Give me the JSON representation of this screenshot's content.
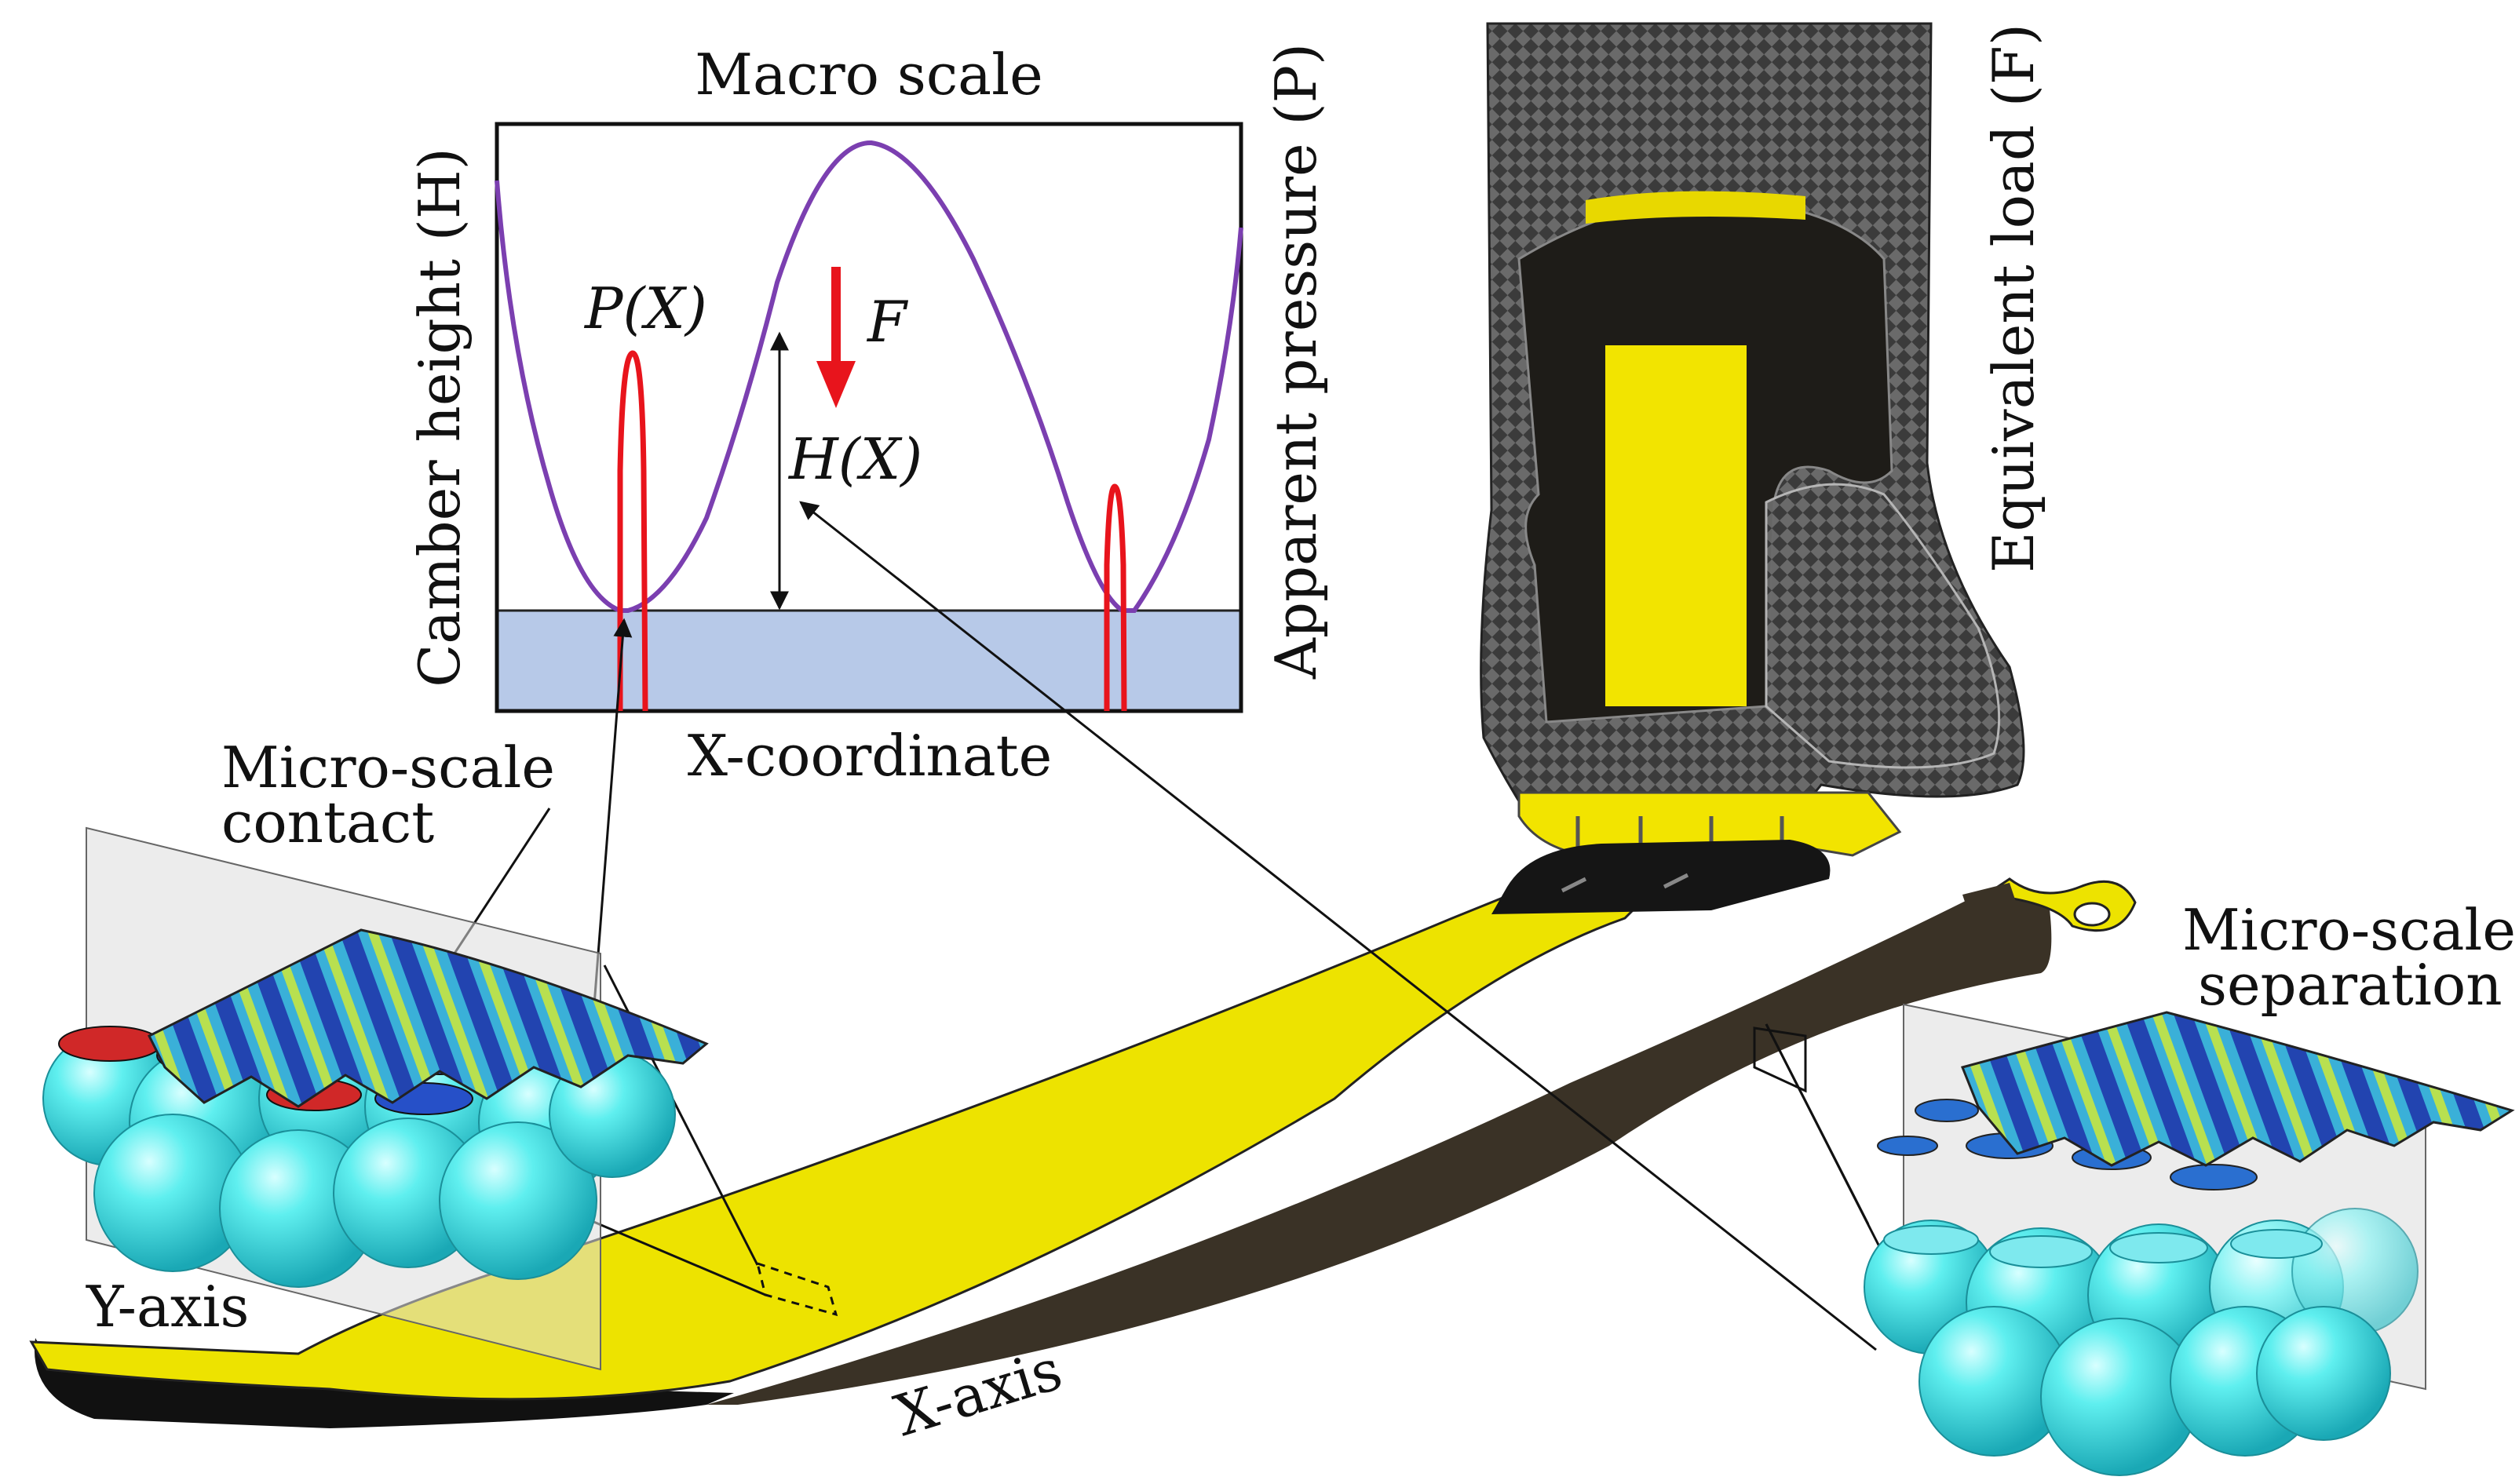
{
  "labels": {
    "macro_title": "Macro scale",
    "ylabel_left": "Camber height (H)",
    "ylabel_right": "Apparent pressure (P)",
    "xlabel": "X-coordinate",
    "p_of_x": "P(X)",
    "h_of_x": "H(X)",
    "force": "F",
    "equivalent_load": "Equivalent load (F)",
    "micro_contact_line1": "Micro-scale",
    "micro_contact_line2": "contact",
    "micro_separation_line1": "Micro-scale",
    "micro_separation_line2": "separation",
    "y_axis": "Y-axis",
    "x_axis": "X-axis"
  },
  "colors": {
    "camber_curve": "#7b3fb0",
    "pressure_curve": "#e8141c",
    "force_arrow": "#e8141c",
    "substrate": "#b7c9e8",
    "ski_top": "#ede300",
    "ski_side": "#3a3226",
    "ski_base": "#111111",
    "boot_carbon": "#4a4a4a",
    "boot_accent": "#f2e400",
    "sphere": "#37e0e6",
    "surface_mid": "#4ab0d8"
  }
}
